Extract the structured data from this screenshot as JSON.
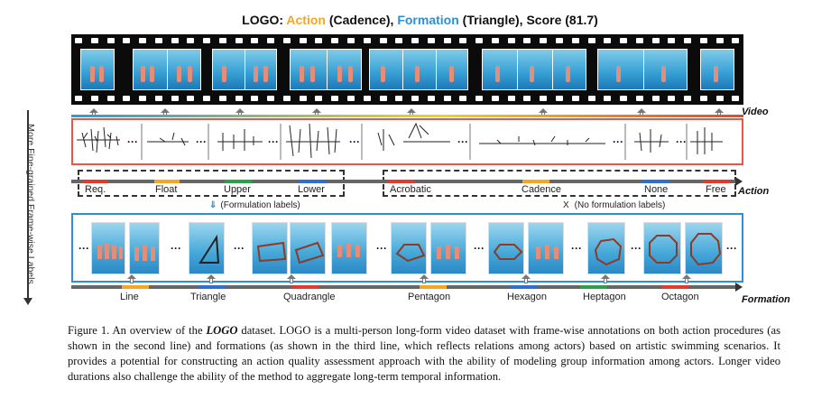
{
  "title": {
    "prefix": "LOGO: ",
    "action_word": "Action",
    "action_value": " (Cadence), ",
    "formation_word": "Formation",
    "formation_value": " (Triangle), Score (81.7)"
  },
  "side_label": "More Fine-grained Frame-wise Labels",
  "rows": {
    "video_label": "Video",
    "action_label": "Action",
    "formation_label": "Formation"
  },
  "notes": {
    "formulation": "(Formulation labels)",
    "no_formulation": "(No formulation labels)",
    "no_formulation_mark": "X"
  },
  "action_labels": [
    "Req.",
    "Float",
    "Upper",
    "Lower",
    "Acrobatic",
    "Cadence",
    "None",
    "Free"
  ],
  "formation_labels": [
    "Line",
    "Triangle",
    "Quadrangle",
    "Pentagon",
    "Hexagon",
    "Heptagon",
    "Octagon"
  ],
  "ellipsis": "···",
  "colors": {
    "action_accent": "#f5a623",
    "formation_accent": "#2f8fd0",
    "pose_border": "#e05a4a",
    "formation_border": "#2f8fd0",
    "seg_red": "#e03b2f",
    "seg_orange": "#f5a623",
    "seg_green": "#2e9e4a",
    "seg_blue": "#2f6fd0"
  },
  "caption": {
    "figure_no": "Figure 1.",
    "pre": " An overview of the ",
    "logo": "LOGO",
    "post": " dataset. LOGO is a multi-person long-form video dataset with frame-wise annotations on both action procedures (as shown in the second line) and formations (as shown in the third line, which reflects relations among actors) based on artistic swimming scenarios.  It provides a potential for constructing an action quality assessment approach with the ability of modeling group information among actors. Longer video durations also challenge the ability of the method to aggregate long-term temporal information."
  }
}
